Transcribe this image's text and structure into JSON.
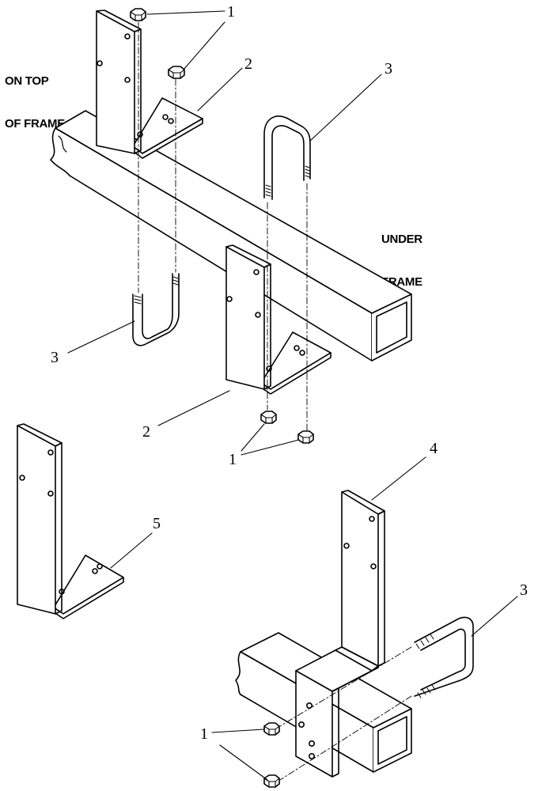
{
  "captions": {
    "on_top_line1": "ON TOP",
    "on_top_line2": "OF FRAME",
    "under_line1": "UNDER",
    "under_line2": "FRAME"
  },
  "callouts": {
    "nut_top": "1",
    "bracket_top": "2",
    "ubolt_top_right": "3",
    "ubolt_left": "3",
    "bracket_lower": "2",
    "nut_lower": "1",
    "bracket_single": "5",
    "bracket_assembly": "4",
    "ubolt_assembly": "3",
    "nut_assembly": "1"
  }
}
